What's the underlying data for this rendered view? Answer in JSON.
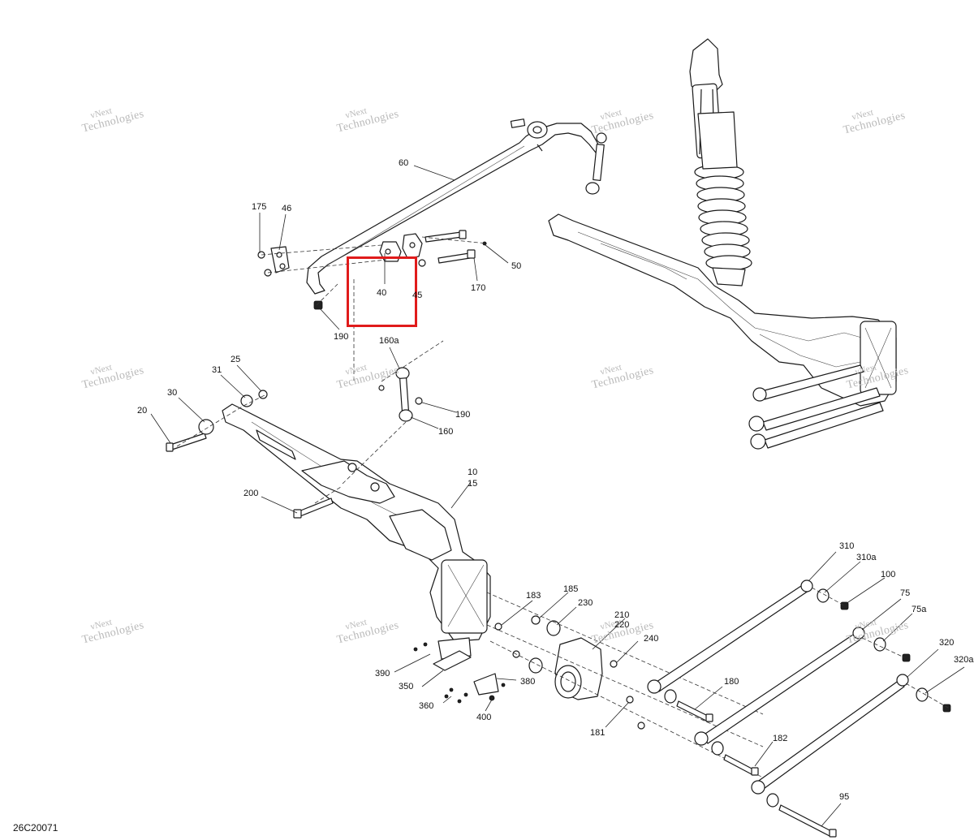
{
  "diagram_id": "26C20071",
  "watermark": {
    "line1": "vNext",
    "line2": "Technologies"
  },
  "callouts": [
    "60",
    "175",
    "46",
    "50",
    "40",
    "45",
    "170",
    "190",
    "160a",
    "25",
    "31",
    "30",
    "20",
    "190",
    "160",
    "200",
    "10",
    "15",
    "183",
    "185",
    "230",
    "210",
    "220",
    "240",
    "390",
    "350",
    "360",
    "380",
    "400",
    "181",
    "180",
    "182",
    "95",
    "310",
    "310a",
    "100",
    "75",
    "75a",
    "320",
    "320a"
  ],
  "colors": {
    "line": "#1a1a1a",
    "highlight": "#e01b1b",
    "watermark": "#b9b9b9"
  }
}
